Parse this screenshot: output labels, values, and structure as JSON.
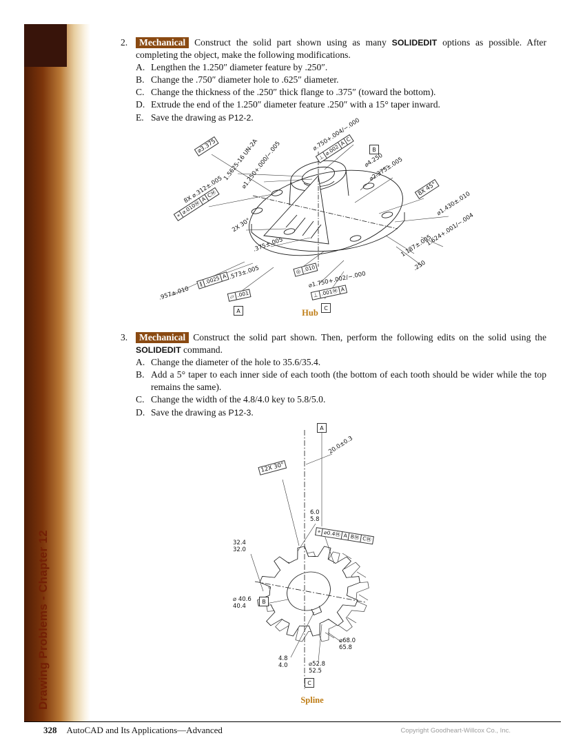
{
  "sidebar": {
    "title": "Drawing Problems - Chapter 12"
  },
  "footer": {
    "page_number": "328",
    "book_title": "AutoCAD and Its Applications—Advanced",
    "copyright": "Copyright Goodheart-Willcox Co., Inc."
  },
  "problem2": {
    "number": "2.",
    "tag": "Mechanical",
    "intro_pre": " Construct the solid part shown using as many ",
    "command": "SOLIDEDIT",
    "intro_post": " options as possible. After completing the object, make the following modifications.",
    "items": [
      {
        "label": "A.",
        "text": "Lengthen the 1.250″ diameter feature by .250″."
      },
      {
        "label": "B.",
        "text": "Change the .750″ diameter hole to .625″ diameter."
      },
      {
        "label": "C.",
        "text": "Change the thickness of the .250″ thick flange to .375″ (toward the bottom)."
      },
      {
        "label": "D.",
        "text": "Extrude the end of the 1.250″ diameter feature .250″ with a 15° taper inward."
      },
      {
        "label": "E.",
        "text": "Save the drawing as ",
        "file": "P12-2",
        "suffix": "."
      }
    ],
    "caption": "Hub",
    "annotations": {
      "dia3375": "⌀3.375",
      "thread": "1.5625-16 UN-2A",
      "dia1250": "⌀1.250+.000/−.005",
      "dia750": "⌀.750+.004/−.000",
      "fcf_perp_top": [
        "⊥",
        "⌀.002",
        "A",
        "C"
      ],
      "datum_b": "B",
      "dia4250": "⌀4.250",
      "dia2375": "⌀2.375±.005",
      "chamfer": "8X 45°",
      "dia1430": "⌀1.430±.010",
      "holes": "8X ⌀.312±.005",
      "fcf_pos": [
        "⌖",
        "⌀.010Ⓜ",
        "A",
        "CⓂ"
      ],
      "angle30": "2X 30°",
      "t375": ".375±.005",
      "d1187": "1.187±.005",
      "d1624": "1.624+.001/−.004",
      "d250": ".250",
      "d957": ".957±.010",
      "fcf_par": [
        "∥",
        ".0025",
        "A"
      ],
      "d573": ".573±.005",
      "fcf_runout": [
        "◎",
        ".010"
      ],
      "fcf_flat": [
        "▱",
        ".001"
      ],
      "datum_a": "A",
      "dia1750": "⌀1.750+.002/−.000",
      "fcf_perp_bot": [
        "⊥",
        ".001Ⓜ",
        "A"
      ],
      "datum_c": "C"
    }
  },
  "problem3": {
    "number": "3.",
    "tag": "Mechanical",
    "intro_pre": " Construct the solid part shown. Then, perform the following edits on the solid using the ",
    "command": "SOLIDEDIT",
    "intro_post": " command.",
    "items": [
      {
        "label": "A.",
        "text": "Change the diameter of the hole to 35.6/35.4."
      },
      {
        "label": "B.",
        "text": "Add a 5° taper to each inner side of each tooth (the bottom of each tooth should be wider while the top remains the same)."
      },
      {
        "label": "C.",
        "text": "Change the width of the 4.8/4.0 key to 5.8/5.0."
      },
      {
        "label": "D.",
        "text": "Save the drawing as ",
        "file": "P12-3",
        "suffix": "."
      }
    ],
    "caption": "Spline",
    "annotations": {
      "datum_a": "A",
      "d20": "20.0±0.3",
      "teeth": "12X 30°",
      "tooth_w_hi": "6.0",
      "tooth_w_lo": "5.8",
      "fcf_pos": [
        "⌖",
        "⌀0.4Ⓜ",
        "A",
        "BⓂ",
        "CⓂ"
      ],
      "minor_hi": "32.4",
      "minor_lo": "32.0",
      "hole_hi": "⌀ 40.6",
      "hole_lo": "40.4",
      "datum_b": "B",
      "key_hi": "4.8",
      "key_lo": "4.0",
      "pitch_hi": "⌀52.8",
      "pitch_lo": "52.5",
      "datum_c": "C",
      "major_hi": "⌀68.0",
      "major_lo": "65.8"
    }
  }
}
